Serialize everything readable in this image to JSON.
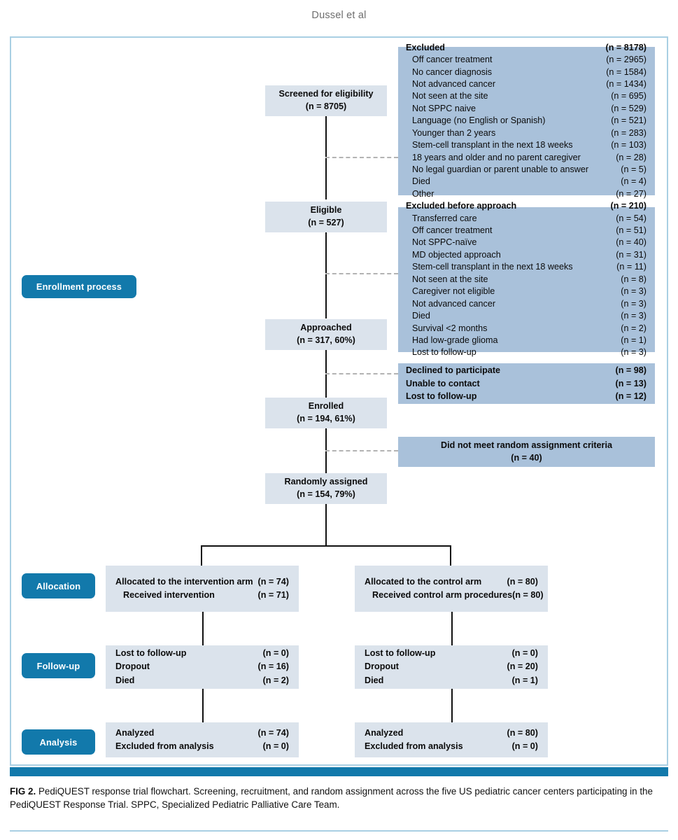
{
  "running_head": "Dussel et al",
  "stage_labels": [
    {
      "name": "enrollment",
      "text": "Enrollment  process"
    },
    {
      "name": "allocation",
      "text": "Allocation"
    },
    {
      "name": "followup",
      "text": "Follow-up"
    },
    {
      "name": "analysis",
      "text": "Analysis"
    }
  ],
  "flow": {
    "screened": {
      "title": "Screened for eligibility",
      "n": "(n = 8705)"
    },
    "eligible": {
      "title": "Eligible",
      "n": "(n = 527)"
    },
    "approached": {
      "title": "Approached",
      "n": "(n = 317, 60%)"
    },
    "enrolled": {
      "title": "Enrolled",
      "n": "(n = 194, 61%)"
    },
    "randomized": {
      "title": "Randomly assigned",
      "n": "(n = 154, 79%)"
    }
  },
  "excluded_screening": {
    "header_label": "Excluded",
    "header_n": "(n = 8178)",
    "items": [
      {
        "label": "Off cancer treatment",
        "n": "(n = 2965)"
      },
      {
        "label": "No cancer diagnosis",
        "n": "(n = 1584)"
      },
      {
        "label": "Not advanced cancer",
        "n": "(n = 1434)"
      },
      {
        "label": "Not seen at the site",
        "n": "(n = 695)"
      },
      {
        "label": "Not SPPC naive",
        "n": "(n = 529)"
      },
      {
        "label": "Language (no English or Spanish)",
        "n": "(n = 521)"
      },
      {
        "label": "Younger than 2 years",
        "n": "(n = 283)"
      },
      {
        "label": "Stem-cell transplant in the next 18 weeks",
        "n": "(n = 103)"
      },
      {
        "label": "18 years and older and no parent caregiver",
        "n": "(n = 28)"
      },
      {
        "label": "No legal guardian or parent unable to answer",
        "n": "(n = 5)"
      },
      {
        "label": "Died",
        "n": "(n = 4)"
      },
      {
        "label": "Other",
        "n": "(n = 27)"
      }
    ]
  },
  "excluded_before_approach": {
    "header_label": "Excluded before approach",
    "header_n": "(n = 210)",
    "items": [
      {
        "label": "Transferred care",
        "n": "(n = 54)"
      },
      {
        "label": "Off cancer treatment",
        "n": "(n = 51)"
      },
      {
        "label": "Not SPPC-naïve",
        "n": "(n = 40)"
      },
      {
        "label": "MD objected approach",
        "n": "(n = 31)"
      },
      {
        "label": "Stem-cell transplant in the next 18 weeks",
        "n": "(n = 11)"
      },
      {
        "label": "Not seen at the site",
        "n": "(n = 8)"
      },
      {
        "label": "Caregiver not eligible",
        "n": "(n = 3)"
      },
      {
        "label": "Not advanced cancer",
        "n": "(n = 3)"
      },
      {
        "label": "Died",
        "n": "(n = 3)"
      },
      {
        "label": "Survival <2 months",
        "n": "(n = 2)"
      },
      {
        "label": "Had low-grade glioma",
        "n": "(n = 1)"
      },
      {
        "label": "Lost to follow-up",
        "n": "(n = 3)"
      }
    ]
  },
  "declined_box": {
    "items": [
      {
        "label": "Declined to participate",
        "n": "(n = 98)"
      },
      {
        "label": "Unable to contact",
        "n": "(n = 13)"
      },
      {
        "label": "Lost to follow-up",
        "n": "(n = 12)"
      }
    ]
  },
  "criteria_box": {
    "title": "Did not meet random assignment criteria",
    "n": "(n = 40)"
  },
  "arms": {
    "intervention": {
      "allocation": [
        {
          "label": "Allocated to the intervention arm",
          "n": "(n = 74)"
        },
        {
          "label": "Received intervention",
          "n": "(n = 71)",
          "indent": true
        }
      ],
      "followup": [
        {
          "label": "Lost to follow-up",
          "n": "(n = 0)"
        },
        {
          "label": "Dropout",
          "n": "(n = 16)"
        },
        {
          "label": "Died",
          "n": "(n = 2)"
        }
      ],
      "analysis": [
        {
          "label": "Analyzed",
          "n": "(n = 74)"
        },
        {
          "label": "Excluded from analysis",
          "n": "(n = 0)"
        }
      ]
    },
    "control": {
      "allocation": [
        {
          "label": "Allocated to the control arm",
          "n": "(n = 80)"
        },
        {
          "label": "Received control arm procedures",
          "n": "(n = 80)",
          "indent": true
        }
      ],
      "followup": [
        {
          "label": "Lost to follow-up",
          "n": "(n = 0)"
        },
        {
          "label": "Dropout",
          "n": "(n = 20)"
        },
        {
          "label": "Died",
          "n": "(n = 1)"
        }
      ],
      "analysis": [
        {
          "label": "Analyzed",
          "n": "(n = 80)"
        },
        {
          "label": "Excluded from analysis",
          "n": "(n = 0)"
        }
      ]
    }
  },
  "caption": {
    "figlabel": "FIG 2.",
    "text": " PediQUEST response trial flowchart. Screening, recruitment, and random assignment across the five US pediatric cancer centers participating in the PediQUEST Response Trial. SPPC, Specialized Pediatric Palliative Care Team."
  },
  "colors": {
    "accent": "#1279ab",
    "flow_box": "#dbe3ec",
    "side_box": "#a9c1da",
    "frame": "#a9cfe3"
  }
}
